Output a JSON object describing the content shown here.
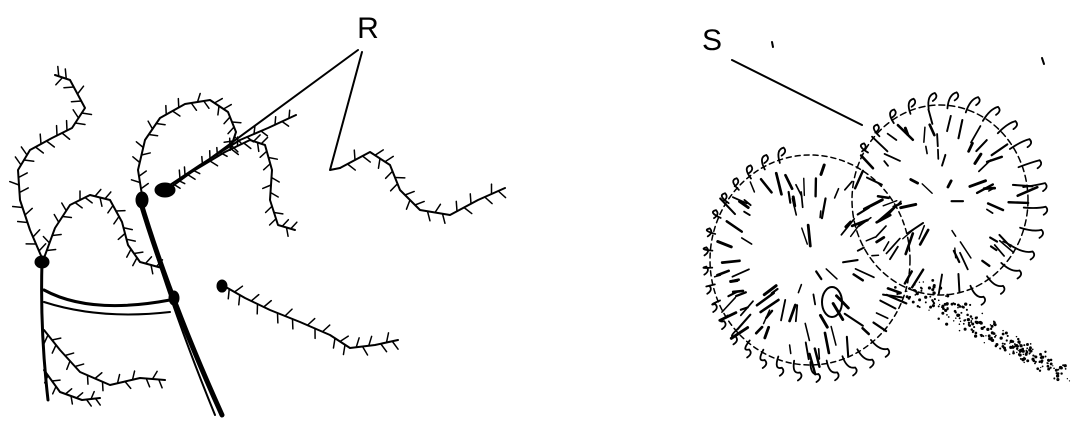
{
  "figure": {
    "labels": {
      "r": "R",
      "s": "S"
    },
    "drawings": {
      "left": "branched-filaments",
      "right": "spherical-spiny-body"
    },
    "colors": {
      "ink": "#000000",
      "background": "#ffffff"
    }
  }
}
